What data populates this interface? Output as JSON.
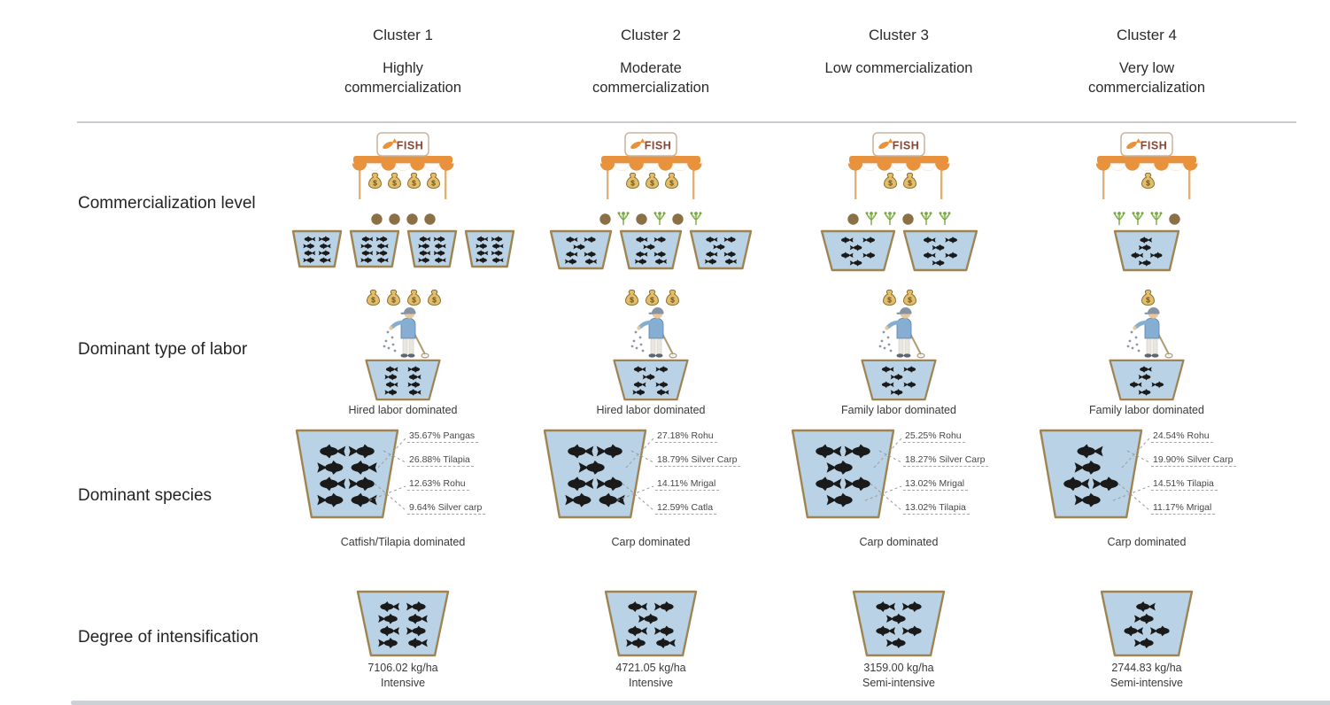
{
  "colors": {
    "pond_fill": "#b9d2e5",
    "pond_edge": "#a08450",
    "fish": "#1a1a1a",
    "awning_orange": "#e8923d",
    "bag_fill": "#e2bd6b",
    "bag_edge": "#8f6f2c",
    "feed_ball": "#8b6f47",
    "plant_green": "#76a83f",
    "divider_grey": "#c9cdd3"
  },
  "icons": {
    "shop_sign_text": "FISH",
    "names": [
      "fish-shop-icon",
      "money-bag-icon",
      "feed-ball-icon",
      "plant-sprig-icon",
      "pond-icon",
      "fish-icon",
      "farmer-feeding-icon"
    ]
  },
  "row_labels": [
    "Commercialization level",
    "Dominant type of labor",
    "Dominant species",
    "Degree of intensification"
  ],
  "clusters": [
    {
      "title": "Cluster 1",
      "subtitle": "Highly commercialization",
      "commercialization": {
        "money_bags": 4,
        "feed": [
          "ball",
          "ball",
          "ball",
          "ball"
        ],
        "ponds": [
          8,
          8,
          8,
          8
        ]
      },
      "labor": {
        "money_bags": 4,
        "pond_fish": 8,
        "caption": "Hired labor dominated"
      },
      "species": {
        "pond_fish": 8,
        "labels": [
          {
            "percent": "35.67%",
            "species": "Pangas"
          },
          {
            "percent": "26.88%",
            "species": "Tilapia"
          },
          {
            "percent": "12.63%",
            "species": "Rohu"
          },
          {
            "percent": "9.64%",
            "species": "Silver carp"
          }
        ],
        "caption": "Catfish/Tilapia dominated"
      },
      "intensification": {
        "pond_fish": 8,
        "value": "7106.02 kg/ha",
        "level": "Intensive"
      }
    },
    {
      "title": "Cluster 2",
      "subtitle": "Moderate commercialization",
      "commercialization": {
        "money_bags": 3,
        "feed": [
          "ball",
          "plant",
          "ball",
          "plant",
          "ball",
          "plant"
        ],
        "ponds": [
          7,
          7,
          7
        ]
      },
      "labor": {
        "money_bags": 3,
        "pond_fish": 7,
        "caption": "Hired labor dominated"
      },
      "species": {
        "pond_fish": 7,
        "labels": [
          {
            "percent": "27.18%",
            "species": "Rohu"
          },
          {
            "percent": "18.79%",
            "species": "Silver Carp"
          },
          {
            "percent": "14.11%",
            "species": "Mrigal"
          },
          {
            "percent": "12.59%",
            "species": "Catla"
          }
        ],
        "caption": "Carp dominated"
      },
      "intensification": {
        "pond_fish": 7,
        "value": "4721.05 kg/ha",
        "level": "Intensive"
      }
    },
    {
      "title": "Cluster 3",
      "subtitle": "Low commercialization",
      "commercialization": {
        "money_bags": 2,
        "feed": [
          "ball",
          "plant",
          "plant",
          "ball",
          "plant",
          "plant"
        ],
        "ponds": [
          6,
          6
        ]
      },
      "labor": {
        "money_bags": 2,
        "pond_fish": 6,
        "caption": "Family labor dominated"
      },
      "species": {
        "pond_fish": 6,
        "labels": [
          {
            "percent": "25.25%",
            "species": "Rohu"
          },
          {
            "percent": "18.27%",
            "species": "Silver Carp"
          },
          {
            "percent": "13.02%",
            "species": "Mrigal"
          },
          {
            "percent": "13.02%",
            "species": "Tilapia"
          }
        ],
        "caption": "Carp dominated"
      },
      "intensification": {
        "pond_fish": 6,
        "value": "3159.00 kg/ha",
        "level": "Semi-intensive"
      }
    },
    {
      "title": "Cluster 4",
      "subtitle": "Very low commercialization",
      "commercialization": {
        "money_bags": 1,
        "feed": [
          "plant",
          "plant",
          "plant",
          "ball"
        ],
        "ponds": [
          5
        ]
      },
      "labor": {
        "money_bags": 1,
        "pond_fish": 5,
        "caption": "Family labor dominated"
      },
      "species": {
        "pond_fish": 5,
        "labels": [
          {
            "percent": "24.54%",
            "species": "Rohu"
          },
          {
            "percent": "19.90%",
            "species": "Silver Carp"
          },
          {
            "percent": "14.51%",
            "species": "Tilapia"
          },
          {
            "percent": "11.17%",
            "species": "Mrigal"
          }
        ],
        "caption": "Carp dominated"
      },
      "intensification": {
        "pond_fish": 5,
        "value": "2744.83 kg/ha",
        "level": "Semi-intensive"
      }
    }
  ]
}
